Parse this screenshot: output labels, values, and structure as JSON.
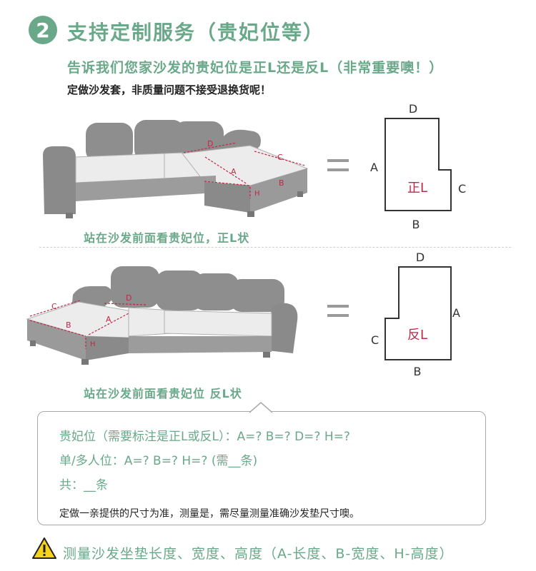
{
  "header": {
    "step_number": "2",
    "title": "支持定制服务（贵妃位等）",
    "subtitle": "告诉我们您家沙发的贵妃位是正L还是反L（非常重要噢！）",
    "notice": "定做沙发套，非质量问题不接受退换货呢！"
  },
  "sofa_right": {
    "caption": "站在沙发前面看贵妃位，正L状",
    "labels": {
      "a": "A",
      "b": "B",
      "c": "C",
      "d": "D",
      "h": "H"
    },
    "shape_label": "正L"
  },
  "sofa_left": {
    "caption": "站在沙发前面看贵妃位 反L状",
    "labels": {
      "a": "A",
      "b": "B",
      "c": "C",
      "d": "D",
      "h": "H"
    },
    "shape_label": "反L"
  },
  "info": {
    "line1": "贵妃位（需要标注是正L或反L）：A=? B=? D=? H=?",
    "line2": "单/多人位：A=? B=? H=? (需__条)",
    "line3": "共：__条",
    "note": "定做一亲提供的尺寸为准，测量是，需尽量测量准确沙发垫尺寸噢。"
  },
  "footer": {
    "text": "测量沙发坐垫长度、宽度、高度（A-长度、B-宽度、H-高度）"
  },
  "colors": {
    "accent_green": "#6aa88a",
    "measure_red": "#c0284a",
    "sofa_gray": "#8e8e8e",
    "warning_yellow": "#f6d21a"
  },
  "icons": {
    "warning": "warning-triangle-icon",
    "equals": "equals-icon"
  }
}
